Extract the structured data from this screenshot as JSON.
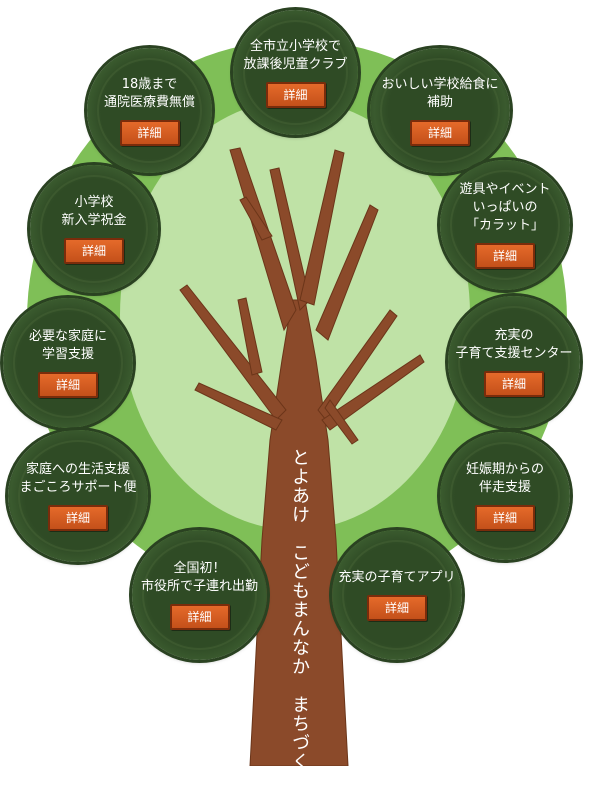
{
  "colors": {
    "outer_green": "#7fbf57",
    "inner_green": "#bfe2a6",
    "trunk": "#8b4a2a",
    "circle": "#2f4b25",
    "button": "#d85f22"
  },
  "circles": [
    {
      "name": "circle-afterschool-club",
      "text": "全市立小学校で\n放課後児童クラブ",
      "button": "詳細"
    },
    {
      "name": "circle-medical-expenses",
      "text": "18歳まで\n通院医療費無償",
      "button": "詳細"
    },
    {
      "name": "circle-school-lunch",
      "text": "おいしい学校給食に\n補助",
      "button": "詳細"
    },
    {
      "name": "circle-entrance-gift",
      "text": "小学校\n新入学祝金",
      "button": "詳細"
    },
    {
      "name": "circle-karatto",
      "text": "遊具やイベント\nいっぱいの\n「カラット」",
      "button": "詳細"
    },
    {
      "name": "circle-learning-support",
      "text": "必要な家庭に\n学習支援",
      "button": "詳細"
    },
    {
      "name": "circle-support-center",
      "text": "充実の\n子育て支援センター",
      "button": "詳細"
    },
    {
      "name": "circle-magokoro-delivery",
      "text": "家庭への生活支援\nまごころサポート便",
      "button": "詳細"
    },
    {
      "name": "circle-pregnancy-support",
      "text": "妊娠期からの\n伴走支援",
      "button": "詳細"
    },
    {
      "name": "circle-child-commute",
      "text": "全国初！\n市役所で子連れ出勤",
      "button": "詳細"
    },
    {
      "name": "circle-parenting-app",
      "text": "充実の子育てアプリ",
      "button": "詳細"
    }
  ],
  "trunk_text": "とよあけ　こどもまんなか　まちづくり"
}
